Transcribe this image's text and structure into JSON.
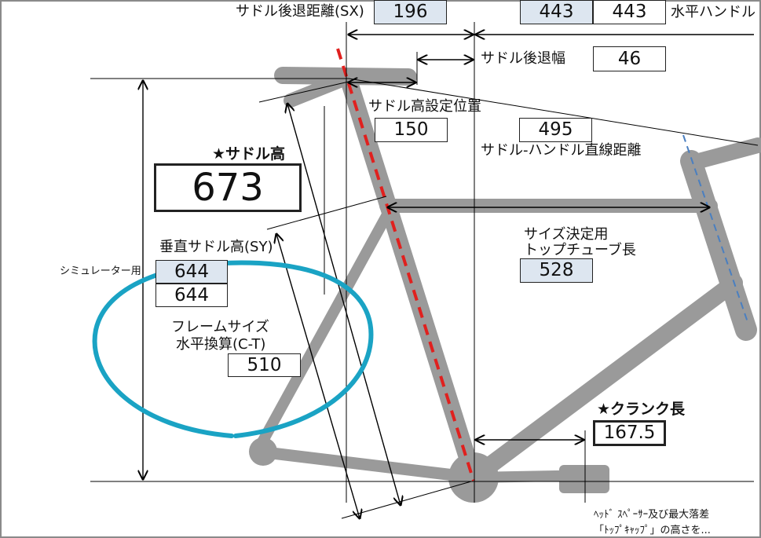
{
  "labels": {
    "saddle_setback_distance": "サドル後退距離(SX)",
    "horizontal_handle": "水平ハンドル",
    "saddle_setback_width": "サドル後退幅",
    "saddle_height_setting_position": "サドル高設定位置",
    "saddle_handle_distance": "サドル-ハンドル直線距離",
    "saddle_height_star": "★サドル高",
    "vertical_saddle_height": "垂直サドル高(SY)",
    "simulator": "シミュレーター用",
    "frame_size_line1": "フレームサイズ",
    "frame_size_line2": "水平換算(C-T)",
    "size_decision_line1": "サイズ決定用",
    "size_decision_line2": "トップチューブ長",
    "crank_length_star": "★クランク長",
    "headspacer_line1": "ﾍｯﾄﾞ ｽﾍﾟｰｻｰ及び最大落差",
    "headspacer_line2": "「ﾄｯﾌﾟｷｬｯﾌﾟ」の高さを..."
  },
  "values": {
    "saddle_setback_sx": "196",
    "horizontal_handle_a": "443",
    "horizontal_handle_b": "443",
    "saddle_setback_width": "46",
    "saddle_height_setting": "150",
    "saddle_handle_distance": "495",
    "saddle_height": "673",
    "simulator_value": "644",
    "vertical_saddle_height": "644",
    "frame_size_ct": "510",
    "top_tube_length": "528",
    "crank_length": "167.5"
  },
  "colors": {
    "frame_gray": "#9a9a9a",
    "seat_tube_dash": "#e0201e",
    "steerer_dash": "#4a7fc0",
    "highlight_circle": "#1aa3c4",
    "value_box_blue": "#dde6f0",
    "border": "#8a8a8a"
  }
}
